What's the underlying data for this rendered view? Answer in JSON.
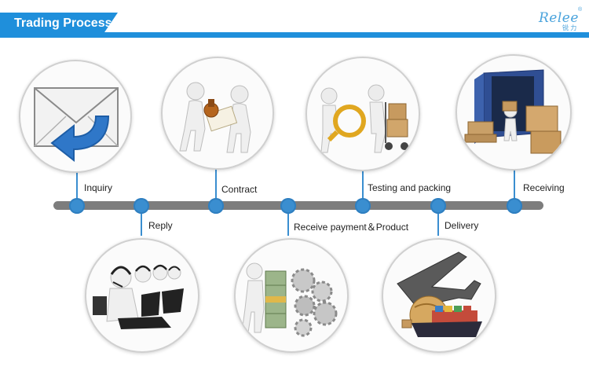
{
  "header": {
    "title": "Trading Process",
    "logo_text": "Relee",
    "logo_sub": "锐 力",
    "logo_mark": "®"
  },
  "steps": [
    {
      "label": "Inquiry",
      "icon": "envelope-icon"
    },
    {
      "label": "Reply",
      "icon": "call-center-icon"
    },
    {
      "label": "Contract",
      "icon": "handshake-contract-icon"
    },
    {
      "label": "Receive payment＆Product",
      "icon": "money-gears-icon"
    },
    {
      "label": "Testing and packing",
      "icon": "magnifier-packing-icon"
    },
    {
      "label": "Delivery",
      "icon": "plane-ship-icon"
    },
    {
      "label": "Receiving",
      "icon": "container-boxes-icon"
    }
  ],
  "colors": {
    "accent": "#1f8fdb",
    "dot": "#3a8ed0",
    "timeline": "#7d7d7d"
  }
}
